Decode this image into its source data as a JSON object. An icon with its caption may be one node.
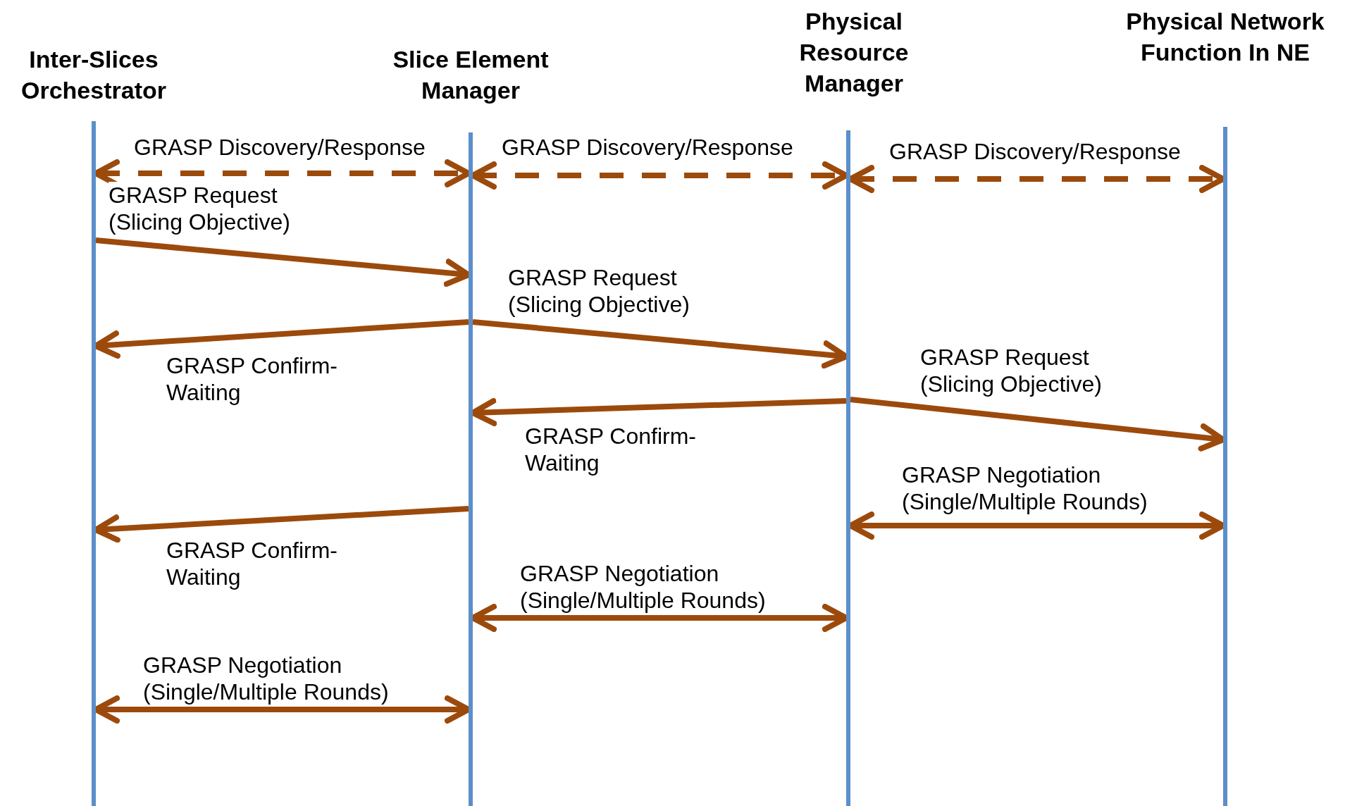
{
  "diagram": {
    "nodes": [
      {
        "text": [
          "Inter-Slices Orchestrator"
        ]
      },
      {
        "text": [
          "Slice Element Manager"
        ]
      },
      {
        "text": [
          "Physical Resource Manager"
        ]
      },
      {
        "text": [
          "Physical Network Function In NE"
        ]
      },
      {
        "text": [],
        "shape": "bar"
      },
      {
        "text": [],
        "shape": "bar"
      },
      {
        "text": [],
        "shape": "bar"
      },
      {
        "text": [],
        "shape": "bar"
      }
    ],
    "edges": [
      {
        "from": 4,
        "to": 5,
        "arrow": "both",
        "style": "dashed",
        "label": "GRASP Discovery/Response"
      },
      {
        "from": 5,
        "to": 6,
        "arrow": "both",
        "style": "dashed",
        "label": "GRASP Discovery/Response"
      },
      {
        "from": 6,
        "to": 7,
        "arrow": "both",
        "style": "dashed",
        "label": "GRASP Discovery/Response"
      },
      {
        "from": 4,
        "to": 5,
        "arrow": "to",
        "label": "GRASP Request (Slicing Objective)"
      },
      {
        "from": 5,
        "to": 4,
        "arrow": "to",
        "label": "GRASP Confirm-Waiting"
      },
      {
        "from": 5,
        "to": 6,
        "arrow": "to",
        "label": "GRASP Request (Slicing Objective)"
      },
      {
        "from": 6,
        "to": 5,
        "arrow": "to",
        "label": "GRASP Confirm-Waiting"
      },
      {
        "from": 6,
        "to": 7,
        "arrow": "to",
        "label": "GRASP Request (Slicing Objective)"
      },
      {
        "from": 5,
        "to": 4,
        "arrow": "to",
        "label": "GRASP Confirm-Waiting"
      },
      {
        "from": 6,
        "to": 7,
        "arrow": "both",
        "label": "GRASP Negotiation (Single/Multiple Rounds)"
      },
      {
        "from": 5,
        "to": 6,
        "arrow": "both",
        "label": "GRASP Negotiation (Single/Multiple Rounds)"
      },
      {
        "from": 4,
        "to": 5,
        "arrow": "both",
        "label": "GRASP Negotiation (Single/Multiple Rounds)"
      }
    ]
  }
}
